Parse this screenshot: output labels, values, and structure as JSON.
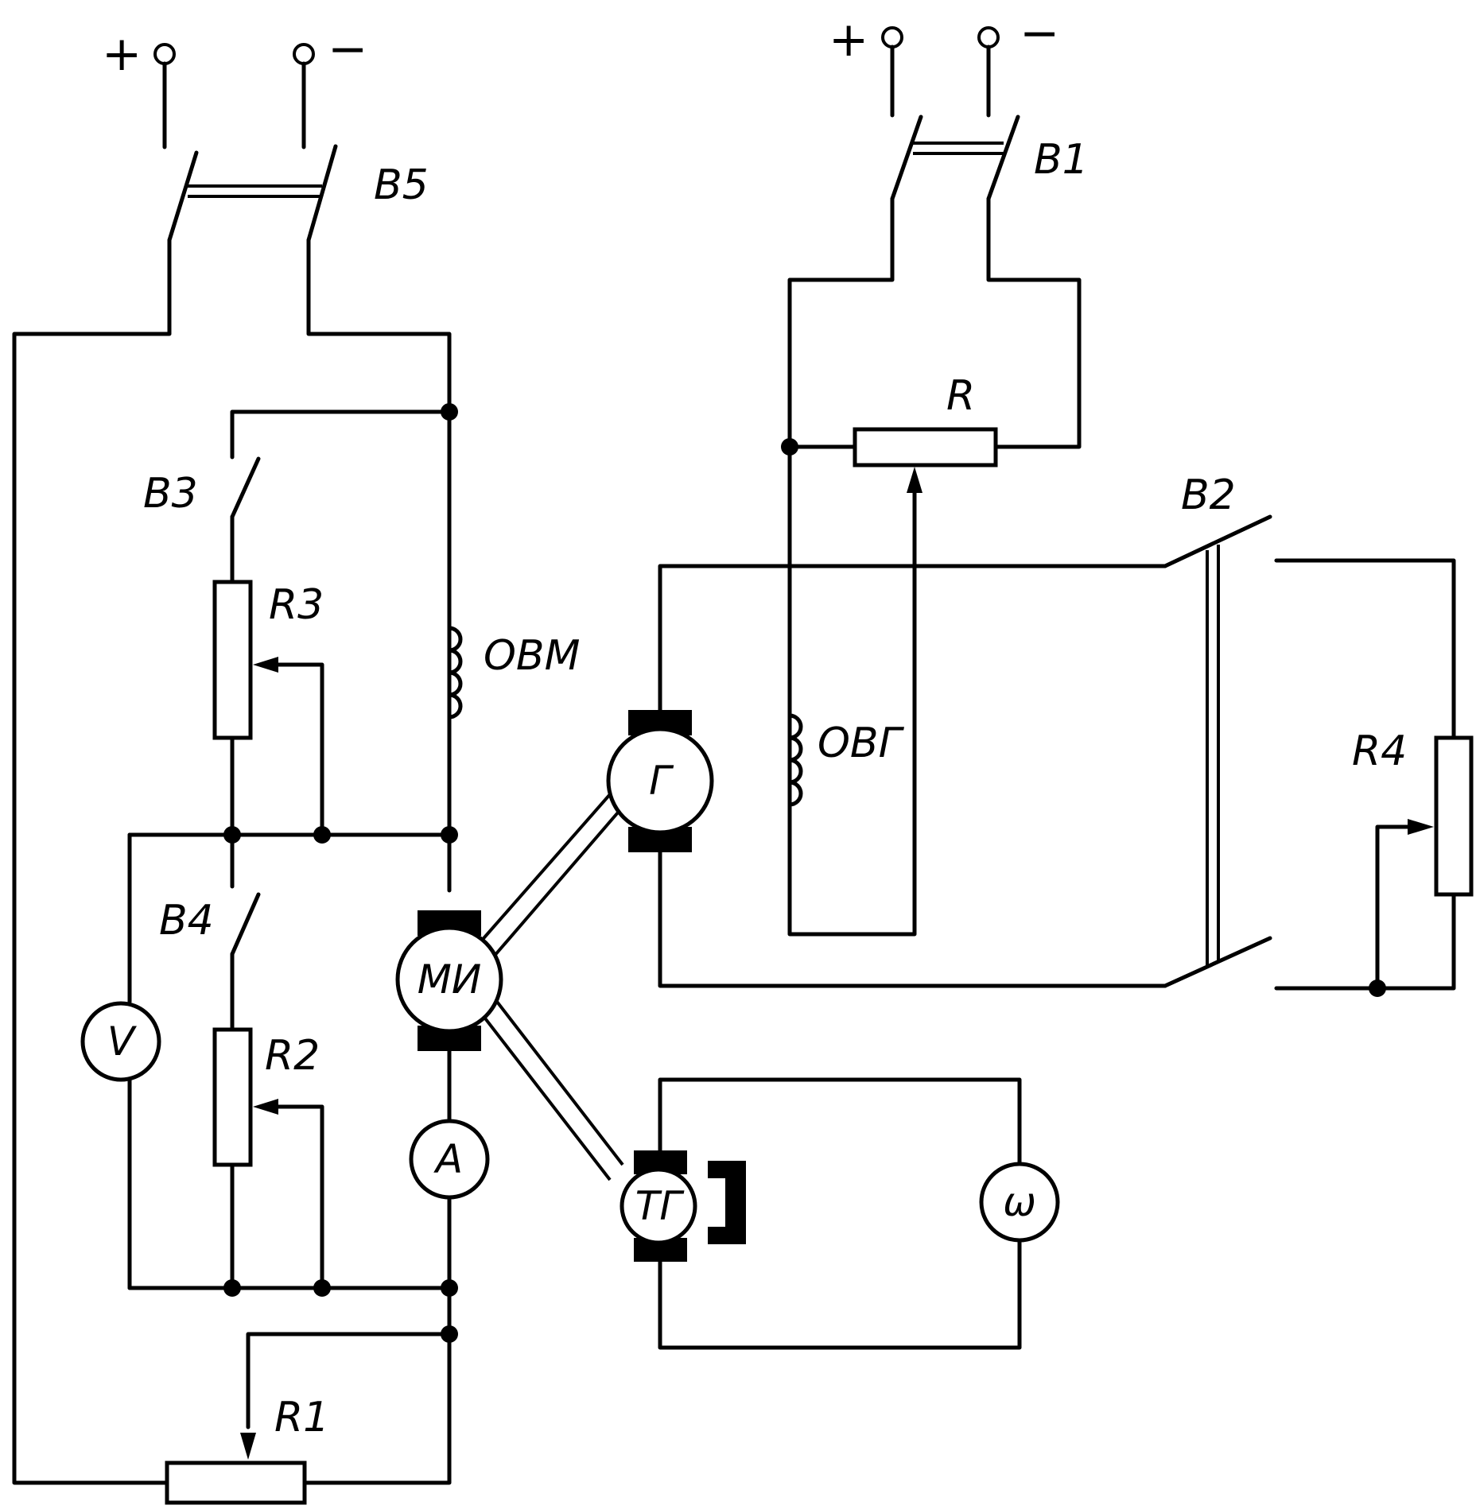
{
  "labels": {
    "b5": "B5",
    "b1": "B1",
    "b2": "B2",
    "b3": "B3",
    "b4": "B4",
    "r": "R",
    "r1": "R1",
    "r2": "R2",
    "r3": "R3",
    "r4": "R4",
    "ovm": "ОВМ",
    "ovg": "ОВГ"
  },
  "symbols": {
    "generator": "Г",
    "motor": "МИ",
    "tachogen": "ТГ",
    "voltmeter": "V",
    "ammeter": "A",
    "speed_meter": "ω"
  },
  "terminals": {
    "plus": "+",
    "minus": "−"
  }
}
